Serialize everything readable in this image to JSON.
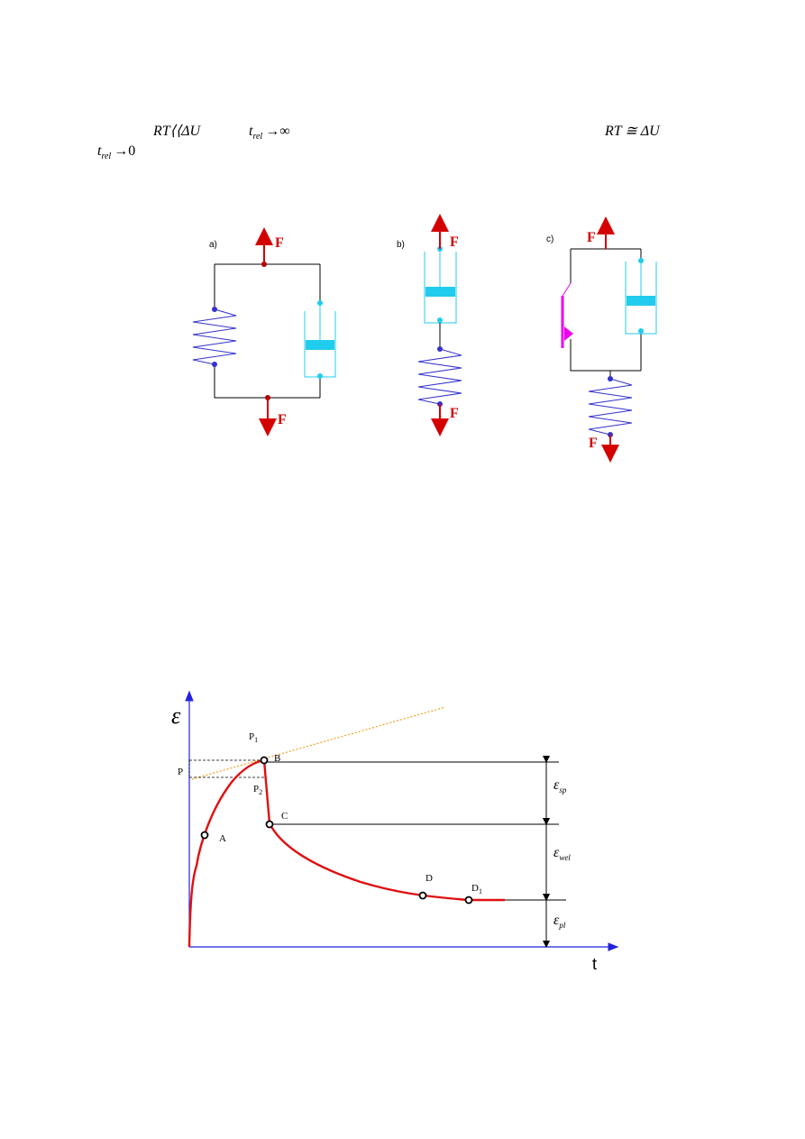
{
  "formulas": {
    "f1": {
      "main": "RT⟨⟨ΔU"
    },
    "f2": {
      "base": "t",
      "sub": "rel",
      "rest": "→∞"
    },
    "f3": {
      "main": "RT ≅ ΔU"
    },
    "f4": {
      "base": "t",
      "sub": "rel",
      "rest": "→0"
    }
  },
  "models": {
    "a": {
      "label": "a)",
      "force_top": "F",
      "force_bottom": "F"
    },
    "b": {
      "label": "b)",
      "force_top": "F",
      "force_bottom": "F"
    },
    "c": {
      "label": "c)",
      "force_top": "F",
      "force_bottom": "F"
    }
  },
  "colors": {
    "spring": "#3333cc",
    "dashpot": "#22ccee",
    "force": "#d40000",
    "slider": "#ee00ee",
    "curve": "#e01010",
    "axis": "#2222dd",
    "tangent": "#f0a020"
  },
  "graph": {
    "y_axis_symbol": "ε",
    "x_axis_label": "t",
    "points": {
      "A": "A",
      "B": "B",
      "C": "C",
      "D": "D",
      "D1": "D",
      "D1_sub": "1",
      "P": "P",
      "P1": "P",
      "P1_sub": "1",
      "P2": "P",
      "P2_sub": "2"
    },
    "strains": {
      "sp": {
        "sym": "ε",
        "sub": "sp"
      },
      "wel": {
        "sym": "ε",
        "sub": "wel"
      },
      "pl": {
        "sym": "ε",
        "sub": "pl"
      }
    }
  }
}
